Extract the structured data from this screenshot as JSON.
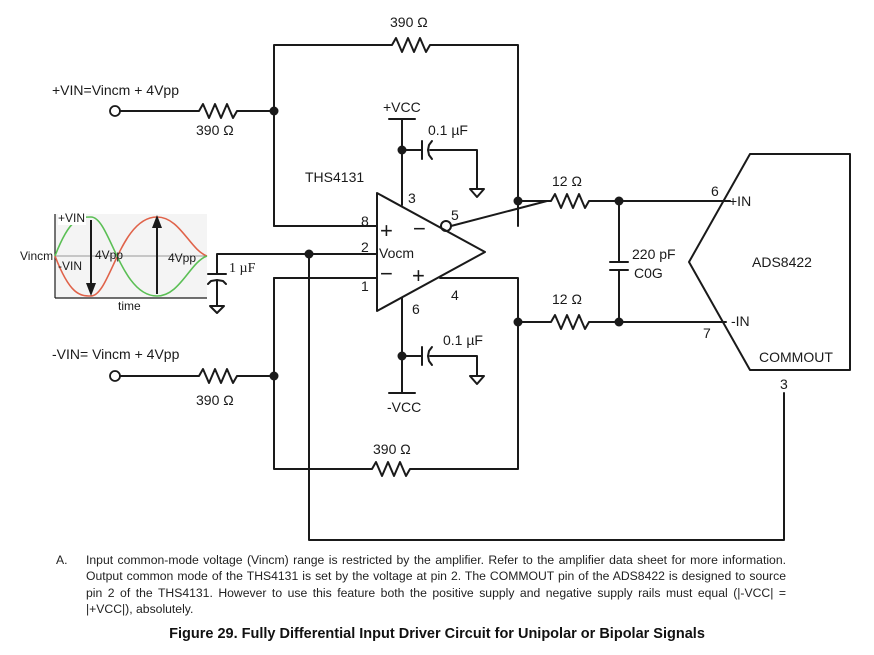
{
  "schematic": {
    "inputs": {
      "vin_pos": "+VIN=Vincm + 4Vpp",
      "vin_neg": "-VIN= Vincm + 4Vpp"
    },
    "resistors": {
      "top_feedback": "390 Ω",
      "input_pos": "390 Ω",
      "input_neg": "390 Ω",
      "bottom_feedback": "390 Ω",
      "series_top": "12 Ω",
      "series_bottom": "12 Ω"
    },
    "capacitors": {
      "decoup_top": "0.1 µF",
      "decoup_bottom": "0.1 µF",
      "vocm": "1 µF",
      "diff_value": "220 pF",
      "diff_type": "C0G"
    },
    "supplies": {
      "pos": "+VCC",
      "neg": "-VCC"
    },
    "amplifier": {
      "name": "THS4131",
      "vocm": "Vocm",
      "pins": {
        "p8": "8",
        "p2": "2",
        "p1": "1",
        "p3": "3",
        "p5": "5",
        "p4": "4",
        "p6": "6"
      },
      "signs": {
        "plus": "+",
        "minus": "−"
      }
    },
    "adc": {
      "name": "ADS8422",
      "in_pos": "+IN",
      "in_neg": "-IN",
      "commout": "COMMOUT",
      "pins": {
        "p6": "6",
        "p7": "7",
        "p3": "3"
      }
    },
    "waveform": {
      "vin_pos": "+VIN",
      "vin_neg": "-VIN",
      "vincm": "Vincm",
      "amp1": "4Vpp",
      "amp2": "4Vpp",
      "time": "time",
      "colors": {
        "red": "#e0634a",
        "green": "#5bbf55"
      }
    }
  },
  "note": {
    "letter": "A.",
    "text": "Input common-mode voltage (Vincm) range is restricted by the amplifier. Refer to the amplifier data sheet for more information. Output common mode of the THS4131 is set by the voltage at pin 2. The COMMOUT pin of the ADS8422 is designed to source pin 2 of the THS4131. However to use this feature both the positive supply and negative supply rails must equal (|-VCC| = |+VCC|), absolutely."
  },
  "caption": "Figure 29. Fully Differential Input Driver Circuit for Unipolar or Bipolar Signals"
}
